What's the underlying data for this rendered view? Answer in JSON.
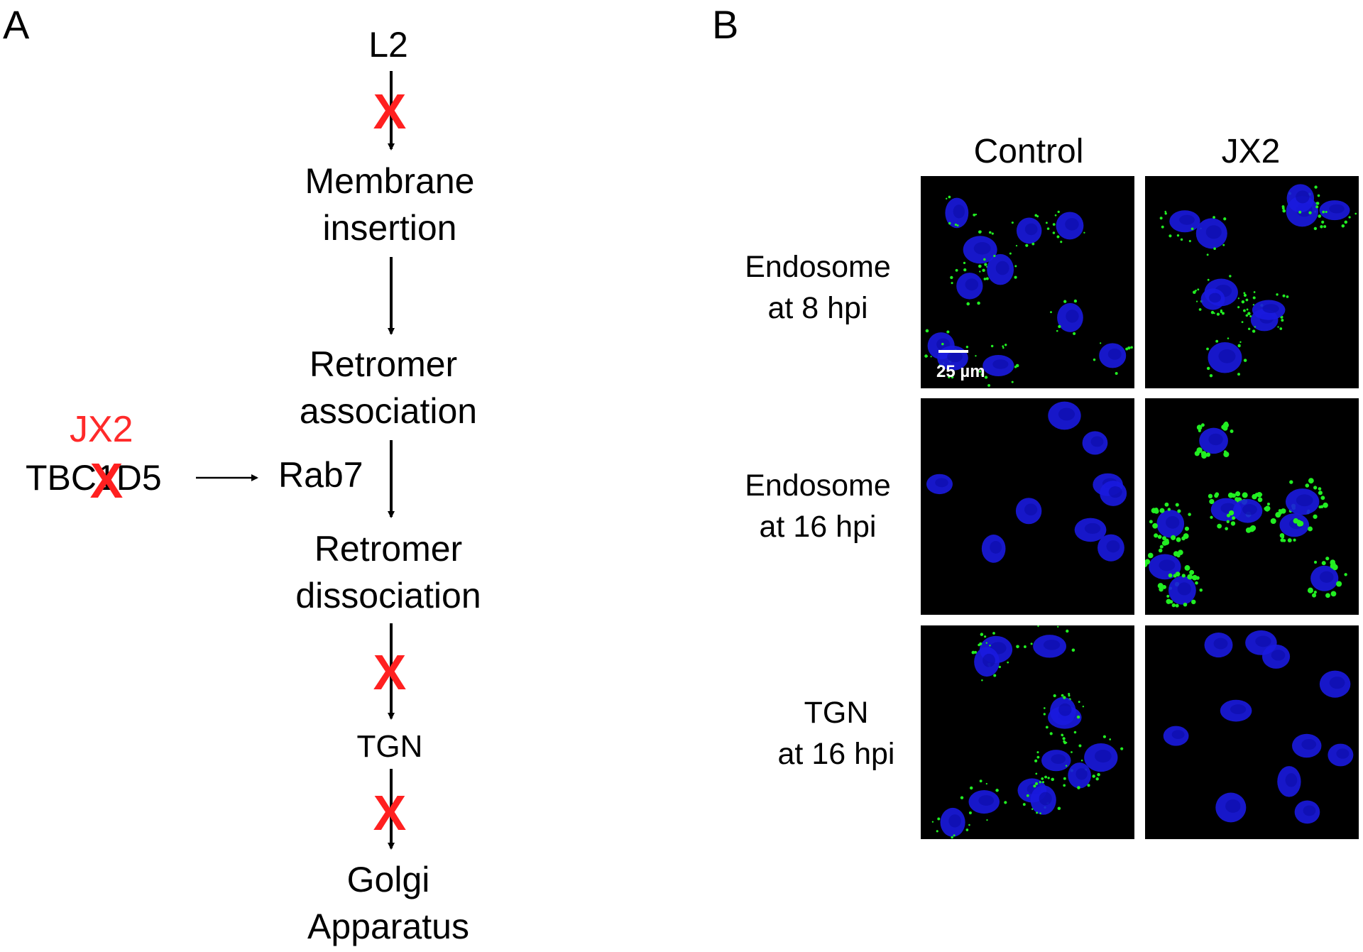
{
  "panel_a": {
    "letter": "A",
    "steps": {
      "l2": "L2",
      "membrane_line1": "Membrane",
      "membrane_line2": "insertion",
      "retromer_assoc_line1": "Retromer",
      "retromer_assoc_line2": "association",
      "retromer_dissoc_line1": "Retromer",
      "retromer_dissoc_line2": "dissociation",
      "tgn": "TGN",
      "golgi_line1": "Golgi",
      "golgi_line2": "Apparatus"
    },
    "inhibitor": "JX2",
    "tbc_label": "TBC1D5",
    "rab7_label": "Rab7",
    "cross_mark": "X",
    "colors": {
      "block_mark": "#ff2020",
      "inhibitor_text": "#ff2a2a"
    }
  },
  "panel_b": {
    "letter": "B",
    "columns": [
      "Control",
      "JX2"
    ],
    "rows": [
      {
        "line1": "Endosome",
        "line2": "at 8 hpi"
      },
      {
        "line1": "Endosome",
        "line2": "at 16 hpi"
      },
      {
        "line1": "TGN",
        "line2": "at 16 hpi"
      }
    ],
    "scale_bar": "25 µm",
    "colors": {
      "nucleus": "#1a1adf",
      "signal": "#22ee22",
      "background": "#000000"
    }
  }
}
